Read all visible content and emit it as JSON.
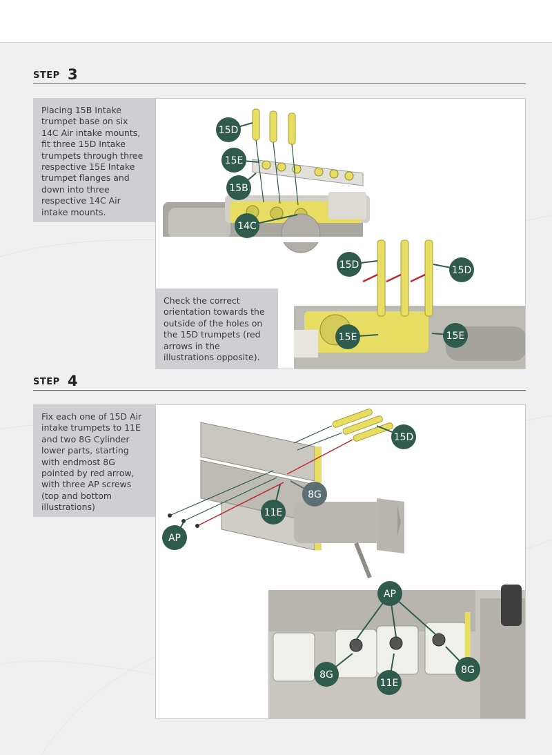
{
  "step3": {
    "word": "STEP",
    "number": "3",
    "instruction": "Placing 15B Intake trumpet base on six 14C Air intake mounts, fit three 15D Intake trumpets through three respective 15E Intake trumpet flanges and down into three respective 14C Air intake mounts.",
    "note": "Check the correct orientation towards the outside of the holes on the 15D trumpets (red arrows in the illustrations opposite).",
    "labels": {
      "a_15d": "15D",
      "a_15e": "15E",
      "a_15b": "15B",
      "a_14c": "14C",
      "b_15d_left": "15D",
      "b_15d_right": "15D",
      "b_15e_left": "15E",
      "b_15e_right": "15E"
    }
  },
  "step4": {
    "word": "STEP",
    "number": "4",
    "instruction": "Fix each one of 15D Air intake trumpets to 11E and two 8G Cylinder lower parts, starting with endmost 8G pointed by red arrow, with three AP screws (top and bottom illustrations)",
    "labels": {
      "a_15d": "15D",
      "a_8g": "8G",
      "a_11e": "11E",
      "a_ap": "AP",
      "b_ap": "AP",
      "b_8g_left": "8G",
      "b_11e": "11E",
      "b_8g_right": "8G"
    }
  },
  "colors": {
    "accent_red": "#c2272d",
    "callout_green": "#2f5b4c",
    "callout_slate": "#5c6f73",
    "part_yellow": "#e7dd63",
    "engine_grey": "#b9b7b0"
  }
}
